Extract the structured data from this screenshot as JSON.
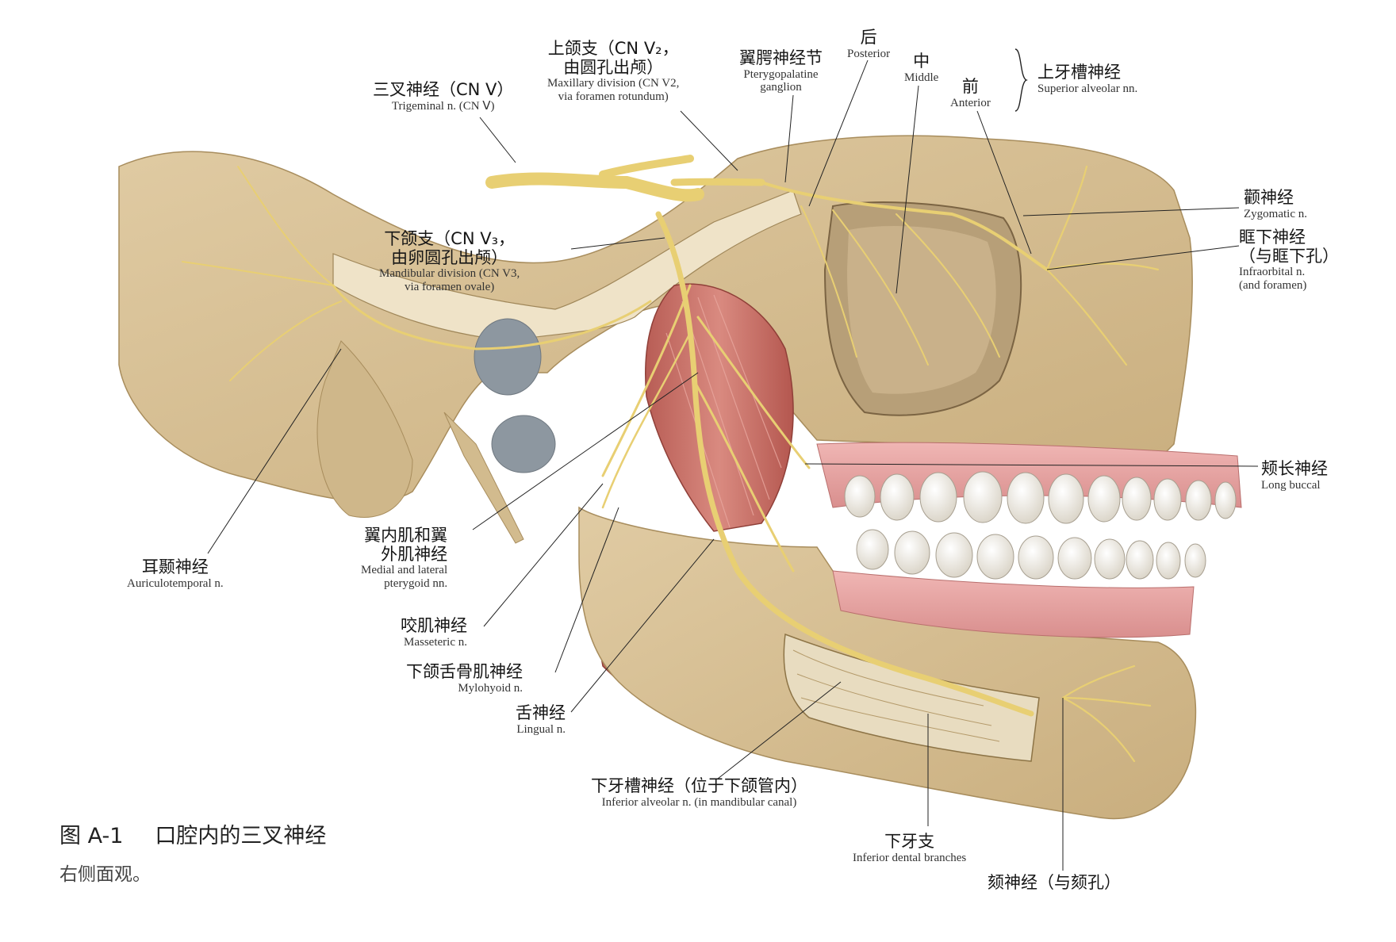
{
  "labels": {
    "trigeminal": {
      "cn": "三叉神经（CN Ⅴ）",
      "en": "Trigeminal n. (CN Ⅴ)"
    },
    "maxillary": {
      "cn1": "上颌支（CN Ⅴ₂，",
      "cn2": "由圆孔出颅）",
      "en1": "Maxillary division (CN V2,",
      "en2": "via foramen rotundum)"
    },
    "pterygopalatine": {
      "cn": "翼腭神经节",
      "en1": "Pterygopalatine",
      "en2": "ganglion"
    },
    "posterior": {
      "cn": "后",
      "en": "Posterior"
    },
    "middle": {
      "cn": "中",
      "en": "Middle"
    },
    "anterior": {
      "cn": "前",
      "en": "Anterior"
    },
    "superior_alveolar": {
      "cn": "上牙槽神经",
      "en": "Superior alveolar nn."
    },
    "zygomatic": {
      "cn": "颧神经",
      "en": "Zygomatic n."
    },
    "infraorbital": {
      "cn1": "眶下神经",
      "cn2": "（与眶下孔）",
      "en1": "Infraorbital n.",
      "en2": "(and foramen)"
    },
    "mandibular": {
      "cn1": "下颌支（CN Ⅴ₃，",
      "cn2": "由卵圆孔出颅）",
      "en1": "Mandibular division (CN V3,",
      "en2": "via foramen ovale)"
    },
    "long_buccal": {
      "cn": "颊长神经",
      "en": "Long buccal"
    },
    "auriculotemporal": {
      "cn": "耳颞神经",
      "en": "Auriculotemporal n."
    },
    "pterygoid": {
      "cn1": "翼内肌和翼",
      "cn2": "外肌神经",
      "en1": "Medial and lateral",
      "en2": "pterygoid nn."
    },
    "masseteric": {
      "cn": "咬肌神经",
      "en": "Masseteric n."
    },
    "mylohyoid": {
      "cn": "下颌舌骨肌神经",
      "en": "Mylohyoid n."
    },
    "lingual": {
      "cn": "舌神经",
      "en": "Lingual n."
    },
    "inferior_alveolar": {
      "cn": "下牙槽神经（位于下颌管内）",
      "en": "Inferior alveolar n. (in mandibular canal)"
    },
    "inferior_dental": {
      "cn": "下牙支",
      "en": "Inferior dental branches"
    },
    "mental": {
      "cn": "颏神经（与颏孔）"
    }
  },
  "caption": {
    "number": "图 A-1",
    "title": "口腔内的三叉神经",
    "subtitle": "右侧面观。"
  },
  "colors": {
    "bone": "#d9c39a",
    "bone_dark": "#b89e6f",
    "muscle": "#c8736a",
    "gum": "#e7a3a3",
    "tooth": "#f3efe6",
    "nerve": "#e8cf73",
    "leader": "#222222"
  }
}
